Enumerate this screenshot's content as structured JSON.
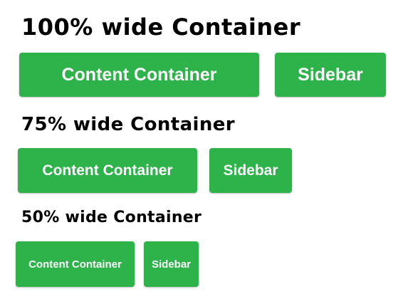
{
  "sections": [
    {
      "title": "100% wide Container",
      "content_label": "Content Container",
      "sidebar_label": "Sidebar"
    },
    {
      "title": "75% wide Container",
      "content_label": "Content Container",
      "sidebar_label": "Sidebar"
    },
    {
      "title": "50% wide Container",
      "content_label": "Content Container",
      "sidebar_label": "Sidebar"
    }
  ],
  "colors": {
    "box_fill": "#2db34a",
    "box_text": "#ffffff",
    "title_text": "#000000"
  }
}
